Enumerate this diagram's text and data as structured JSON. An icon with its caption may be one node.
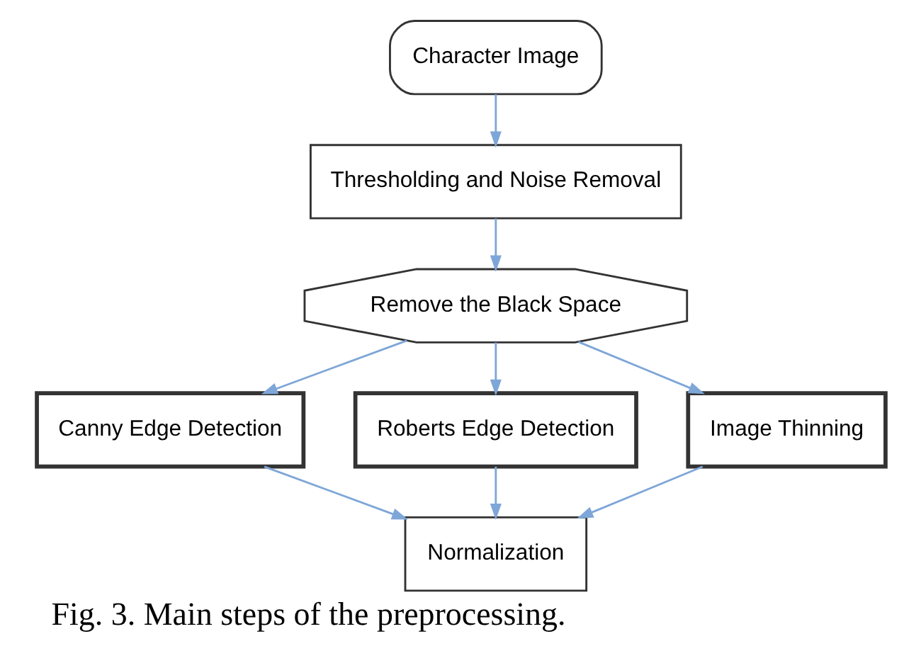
{
  "diagram": {
    "caption": "Fig. 3. Main steps of the preprocessing.",
    "nodes": [
      {
        "text": [
          "Character Image"
        ]
      },
      {
        "text": [
          "Thresholding and Noise Removal"
        ]
      },
      {
        "text": [
          "Remove the Black Space"
        ]
      },
      {
        "text": [
          "Canny Edge Detection"
        ]
      },
      {
        "text": [
          "Roberts Edge Detection"
        ]
      },
      {
        "text": [
          "Image Thinning"
        ]
      },
      {
        "text": [
          "Normalization"
        ]
      }
    ],
    "edges": [
      {
        "from": 0,
        "to": 1,
        "arrow": "to"
      },
      {
        "from": 1,
        "to": 2,
        "arrow": "to"
      },
      {
        "from": 2,
        "to": 3,
        "arrow": "to"
      },
      {
        "from": 2,
        "to": 4,
        "arrow": "to"
      },
      {
        "from": 2,
        "to": 5,
        "arrow": "to"
      },
      {
        "from": 3,
        "to": 6,
        "arrow": "to"
      },
      {
        "from": 4,
        "to": 6,
        "arrow": "to"
      },
      {
        "from": 5,
        "to": 6,
        "arrow": "to"
      }
    ]
  }
}
